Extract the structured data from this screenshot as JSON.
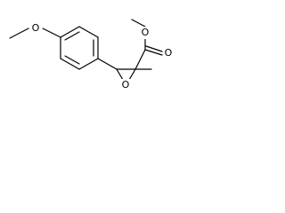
{
  "molecule": {
    "atoms": {
      "methoxy_oxygen": "O",
      "ester_carbonyl_oxygen": "O",
      "ester_alkoxy_oxygen": "O",
      "epoxide_oxygen": "O"
    },
    "stereo_bond_style": "wavy"
  }
}
